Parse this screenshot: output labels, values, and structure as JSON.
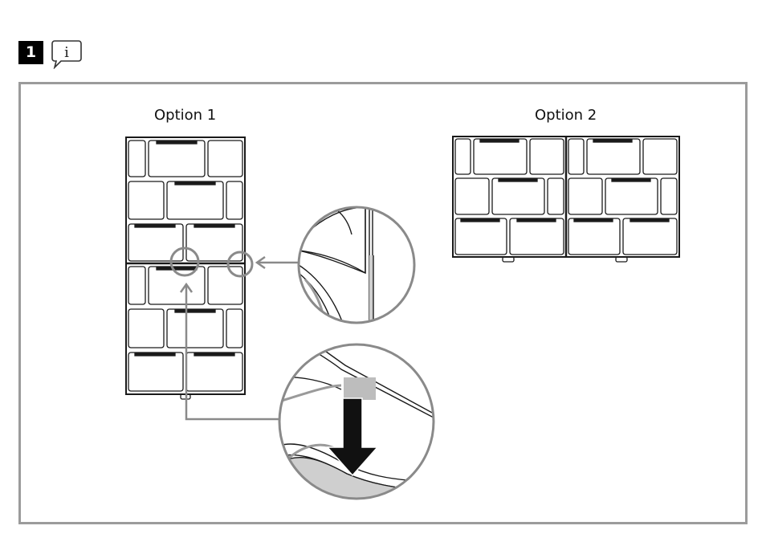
{
  "step": {
    "number": "1",
    "icon": "info-speech-bubble-icon"
  },
  "options": [
    {
      "label": "Option 1"
    },
    {
      "label": "Option 2"
    }
  ],
  "colors": {
    "badge": "#000000",
    "frame": "#9b9b9b",
    "callout": "#8a8a8a",
    "linework": "#1a1a1a"
  }
}
